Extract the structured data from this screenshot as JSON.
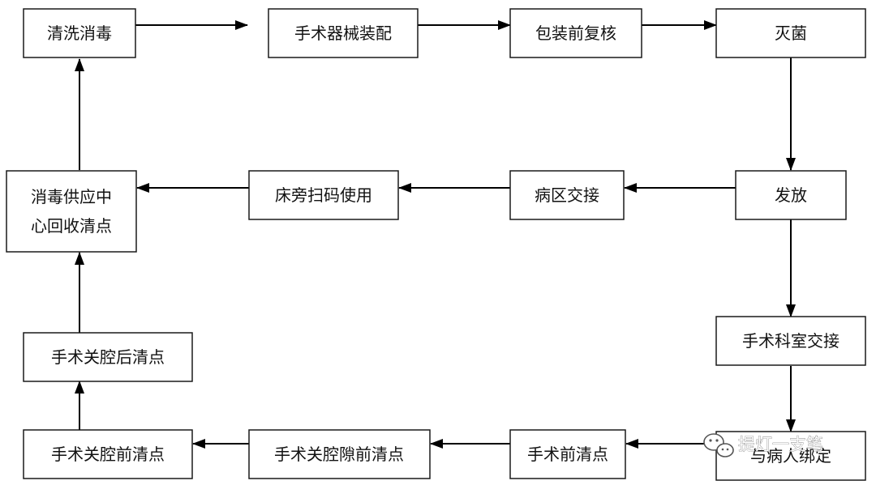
{
  "nodes": {
    "clean_disinfect": "清洗消毒",
    "instrument_assembly": "手术器械装配",
    "pre_pack_recheck": "包装前复核",
    "sterilize": "灭菌",
    "distribute": "发放",
    "ward_handover": "病区交接",
    "bedside_scan_use": "床旁扫码使用",
    "cssd_recovery_count": [
      "消毒供应中",
      "心回收清点"
    ],
    "or_dept_handover": "手术科室交接",
    "bind_to_patient": "与病人绑定",
    "pre_op_count": "手术前清点",
    "pre_gap_closure_count": "手术关腔隙前清点",
    "pre_cavity_closure_count": "手术关腔前清点",
    "post_cavity_closure_count": "手术关腔后清点"
  },
  "watermark": {
    "text": "提灯一支笔",
    "icon": "wechat-icon"
  },
  "colors": {
    "line": "#000000",
    "box_border": "#1a1a1a",
    "text": "#111111",
    "background": "#ffffff"
  }
}
